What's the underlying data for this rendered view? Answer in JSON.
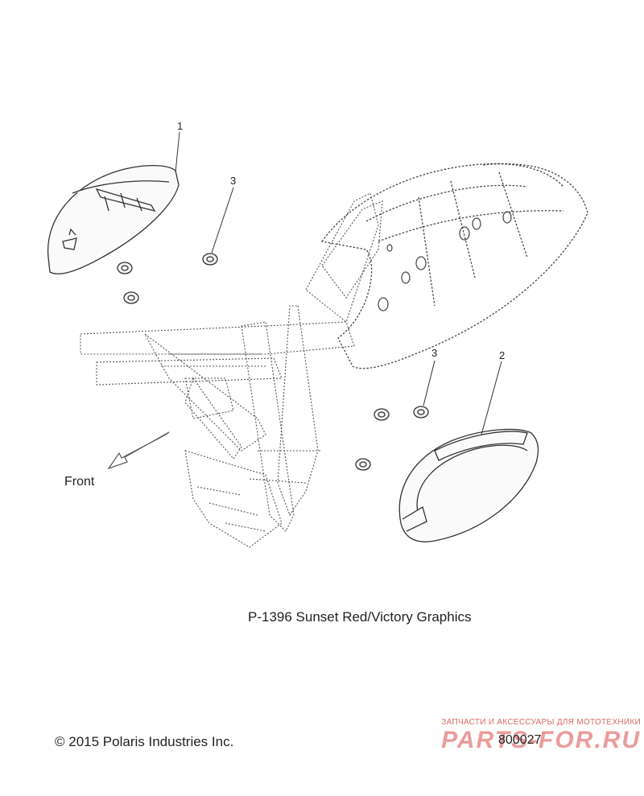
{
  "callouts": {
    "part1": "1",
    "part2": "2",
    "part3_upper": "3",
    "part3_lower": "3"
  },
  "front_label": "Front",
  "graphics_caption": "P-1396  Sunset Red/Victory Graphics",
  "copyright": "© 2015 Polaris Industries Inc.",
  "drawing_number": "800027",
  "watermark": {
    "tagline": "ЗАПЧАСТИ И АКСЕССУАРЫ ДЛЯ МОТОТЕХНИКИ",
    "logo": "PARTS-FOR.RU"
  },
  "colors": {
    "line": "#333333",
    "watermark": "#e88a8a"
  }
}
